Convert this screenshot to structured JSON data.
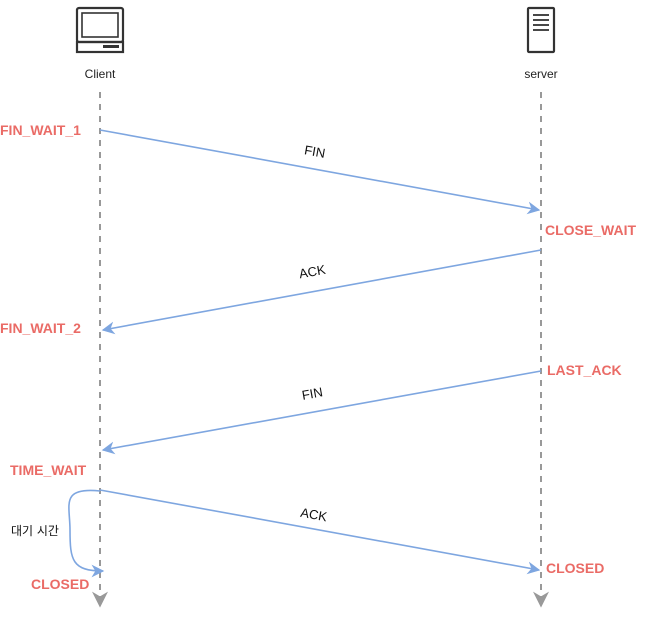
{
  "actors": {
    "client": {
      "label": "Client",
      "icon": "monitor-icon"
    },
    "server": {
      "label": "server",
      "icon": "server-icon"
    }
  },
  "client_states": {
    "fin_wait_1": "FIN_WAIT_1",
    "fin_wait_2": "FIN_WAIT_2",
    "time_wait": "TIME_WAIT",
    "closed": "CLOSED"
  },
  "server_states": {
    "close_wait": "CLOSE_WAIT",
    "last_ack": "LAST_ACK",
    "closed": "CLOSED"
  },
  "messages": {
    "fin_1": "FIN",
    "ack_1": "ACK",
    "fin_2": "FIN",
    "ack_2": "ACK"
  },
  "wait_label": "대기 시간",
  "colors": {
    "state": "#ea6b66",
    "arrow": "#7ea6e0",
    "lifeline": "#999999",
    "icon": "#333333"
  }
}
